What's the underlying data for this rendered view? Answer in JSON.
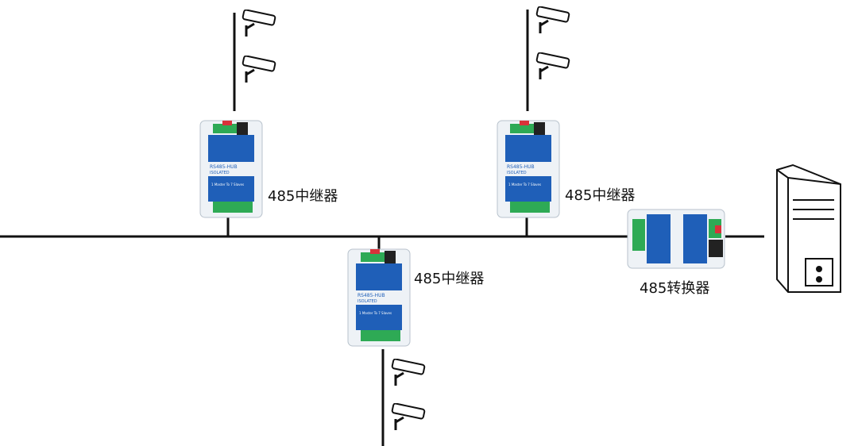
{
  "labels": {
    "repeater_left": "485中继器",
    "repeater_center": "485中继器",
    "repeater_bottom": "485中继器",
    "converter": "485转换器"
  },
  "device": {
    "model": "RS485-HUB",
    "isolated": "ISOLATED",
    "note": "1 Master To 7 Slaves"
  },
  "colors": {
    "line": "#111111",
    "module_blue": "#1f5fb8",
    "module_white": "#eef2f6",
    "terminal_green": "#2eaa55",
    "button_red": "#d8323a"
  }
}
